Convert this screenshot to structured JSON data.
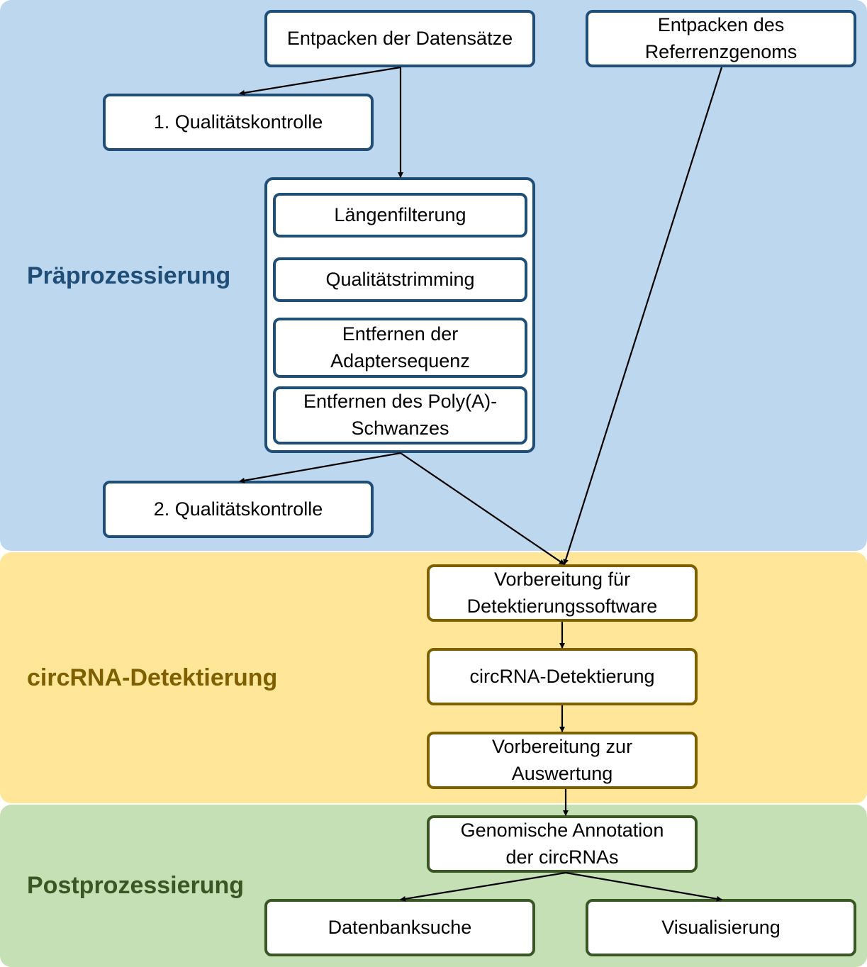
{
  "sections": {
    "preprocessing": "Präprozessierung",
    "detection": "circRNA-Detektierung",
    "postprocessing": "Postprozessierung"
  },
  "nodes": {
    "unpack_datasets": "Entpacken der Datensätze",
    "unpack_reference": "Entpacken des Referrenzgenoms",
    "qc1": "1. Qualitätskontrolle",
    "length_filter": "Längenfilterung",
    "quality_trim": "Qualitätstrimming",
    "adapter_removal": "Entfernen der Adaptersequenz",
    "polya_removal": "Entfernen des Poly(A)-Schwanzes",
    "qc2": "2. Qualitätskontrolle",
    "prep_detection": "Vorbereitung für Detektierungssoftware",
    "circ_detection": "circRNA-Detektierung",
    "prep_evaluation": "Vorbereitung zur Auswertung",
    "genomic_annotation": "Genomische Annotation der circRNAs",
    "database_search": "Datenbanksuche",
    "visualization": "Visualisierung"
  },
  "colors": {
    "preprocessing_bg": "#bdd7ee",
    "detection_bg": "#ffe699",
    "postprocessing_bg": "#c5e0b4",
    "preprocessing_accent": "#1f4e79",
    "detection_accent": "#7f6000",
    "postprocessing_accent": "#385723"
  }
}
